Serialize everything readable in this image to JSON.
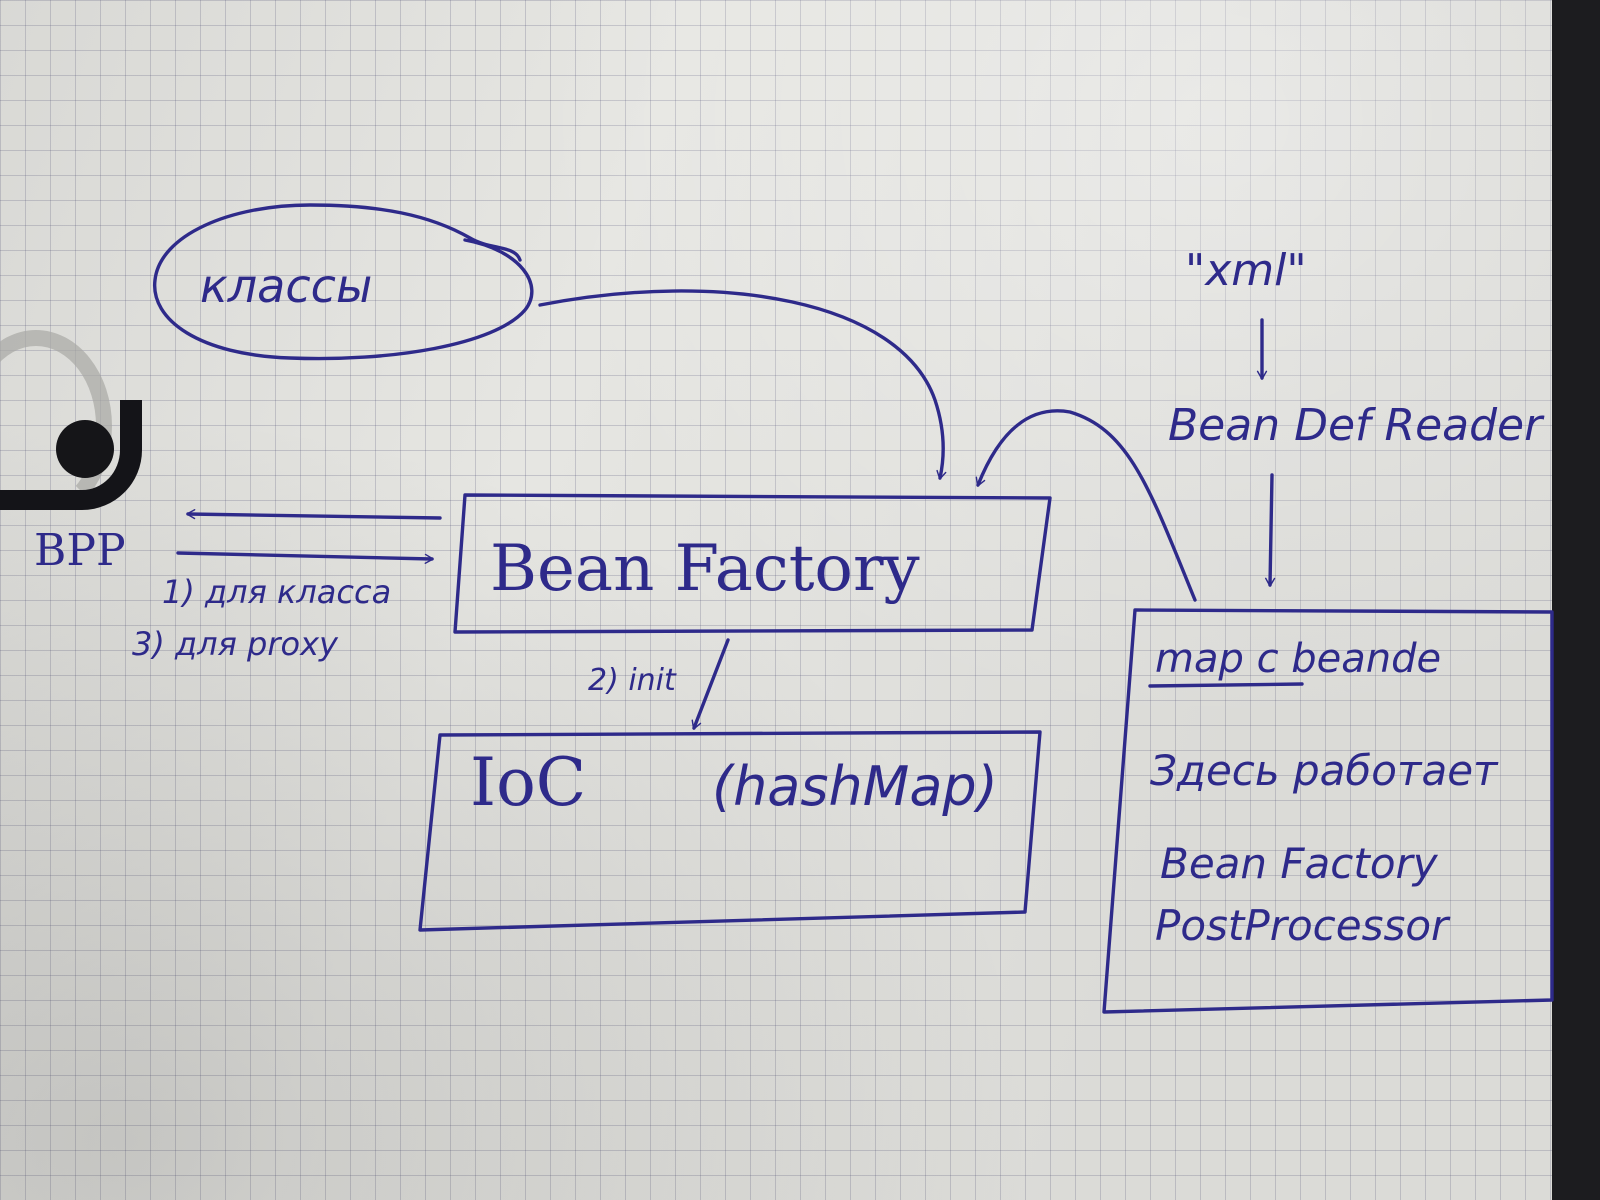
{
  "diagram": {
    "oval_label": "классы",
    "xml_label": "\"xml\"",
    "reader_label": "Bean Def Reader",
    "factory_label": "Bean Factory",
    "bpp_label": "BPP",
    "bpp_note_1": "1) для класса",
    "bpp_note_3": "3) для proxy",
    "init_label": "2) init",
    "ioc_label": "IoC",
    "ioc_map_label": "(hashMap)",
    "map_box_title": "map c beande",
    "map_box_line_1": "Здесь работает",
    "map_box_line_2": "Bean Factory",
    "map_box_line_3": "PostProcessor"
  },
  "colors": {
    "ink": "#2e2a8a",
    "paper": "#e6e6e2",
    "grid": "#6e6e8a"
  }
}
